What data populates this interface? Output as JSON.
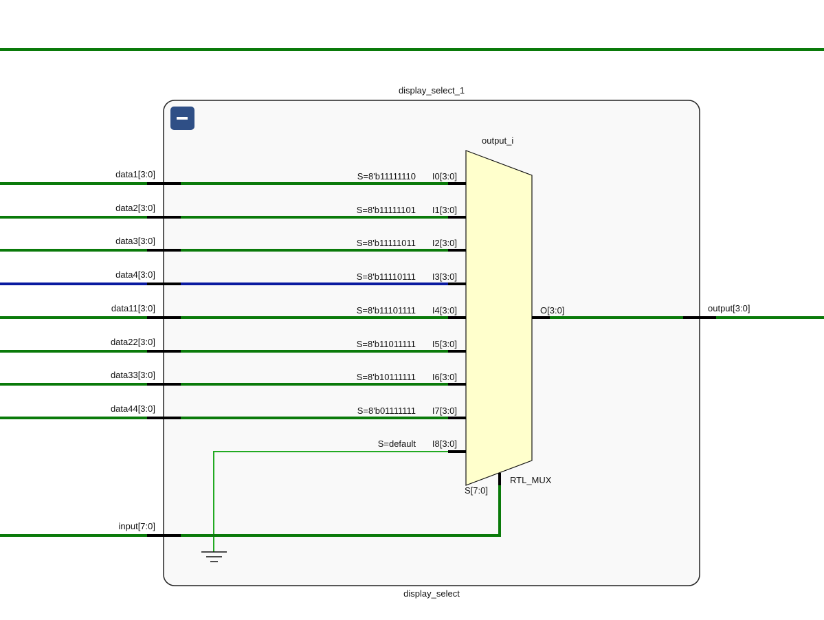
{
  "block": {
    "instance_name": "display_select_1",
    "module_name": "display_select",
    "collapse_icon": "minus-icon"
  },
  "mux": {
    "instance_name": "output_i",
    "cell_type": "RTL_MUX",
    "select_pin": "S[7:0]",
    "output_pin": "O[3:0]",
    "inputs": [
      {
        "pin": "I0[3:0]",
        "condition": "S=8'b11111110"
      },
      {
        "pin": "I1[3:0]",
        "condition": "S=8'b11111101"
      },
      {
        "pin": "I2[3:0]",
        "condition": "S=8'b11111011"
      },
      {
        "pin": "I3[3:0]",
        "condition": "S=8'b11110111"
      },
      {
        "pin": "I4[3:0]",
        "condition": "S=8'b11101111"
      },
      {
        "pin": "I5[3:0]",
        "condition": "S=8'b11011111"
      },
      {
        "pin": "I6[3:0]",
        "condition": "S=8'b10111111"
      },
      {
        "pin": "I7[3:0]",
        "condition": "S=8'b01111111"
      },
      {
        "pin": "I8[3:0]",
        "condition": "S=default"
      }
    ]
  },
  "ports": {
    "inputs": [
      "data1[3:0]",
      "data2[3:0]",
      "data3[3:0]",
      "data4[3:0]",
      "data11[3:0]",
      "data22[3:0]",
      "data33[3:0]",
      "data44[3:0]"
    ],
    "select": "input[7:0]",
    "output": "output[3:0]"
  },
  "colors": {
    "net": "#0a7a0a",
    "selected_net": "#0a1aa0",
    "default_net": "#22aa22",
    "pin": "#000000",
    "mux_fill": "#ffffcc",
    "block_fill": "#f9f9f9",
    "block_border": "#222222",
    "button": "#2f4f86"
  },
  "selected_net": "data4[3:0]"
}
